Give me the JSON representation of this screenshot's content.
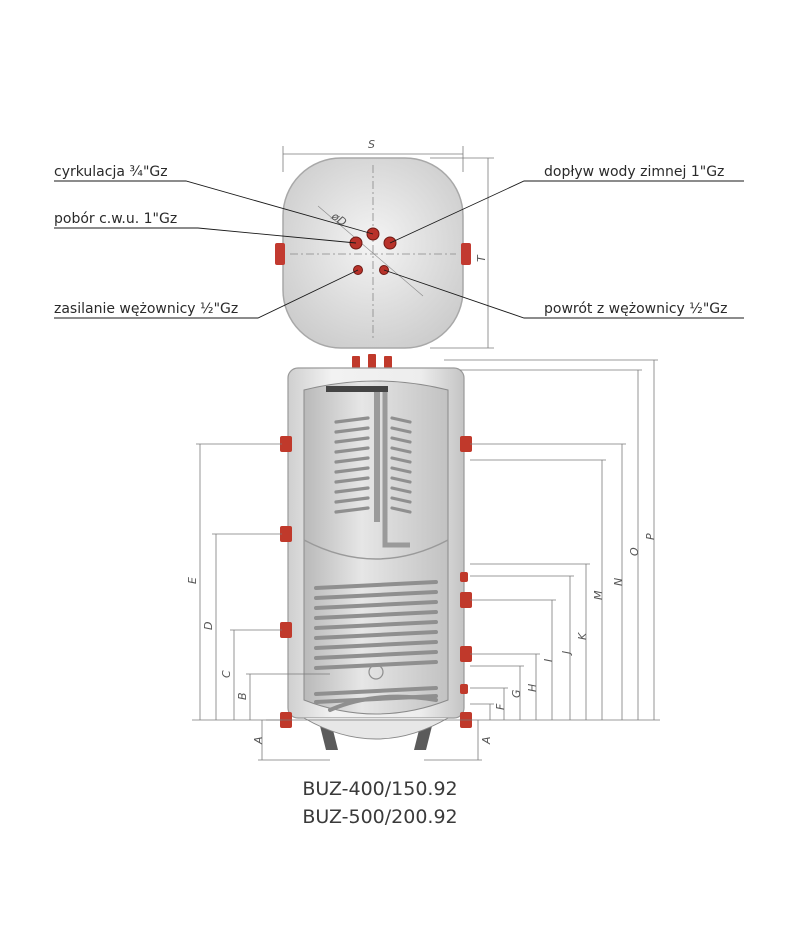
{
  "callouts": {
    "cyrkulacja": "cyrkulacja ¾\"Gz",
    "pobor": "pobór c.w.u. 1\"Gz",
    "zasilanie": "zasilanie wężownicy ½\"Gz",
    "doplyw": "dopływ wody zimnej 1\"Gz",
    "powrot": "powrót z wężownicy ½\"Gz"
  },
  "top_view": {
    "width_label": "S",
    "depth_label": "T",
    "diameter_label": "øD"
  },
  "dimensions": {
    "left": [
      "A",
      "B",
      "C",
      "D",
      "E"
    ],
    "right": [
      "A",
      "F",
      "G",
      "H",
      "I",
      "J",
      "K",
      "M",
      "N",
      "O",
      "P"
    ]
  },
  "models": [
    "BUZ-400/150.92",
    "BUZ-500/200.92"
  ],
  "colors": {
    "fitting": "#b8322a",
    "casing": "#e3e3e3",
    "inner_tank": "#d4d4d4",
    "coil": "#8d8d8d",
    "dimension_line": "#7a7a7a"
  }
}
